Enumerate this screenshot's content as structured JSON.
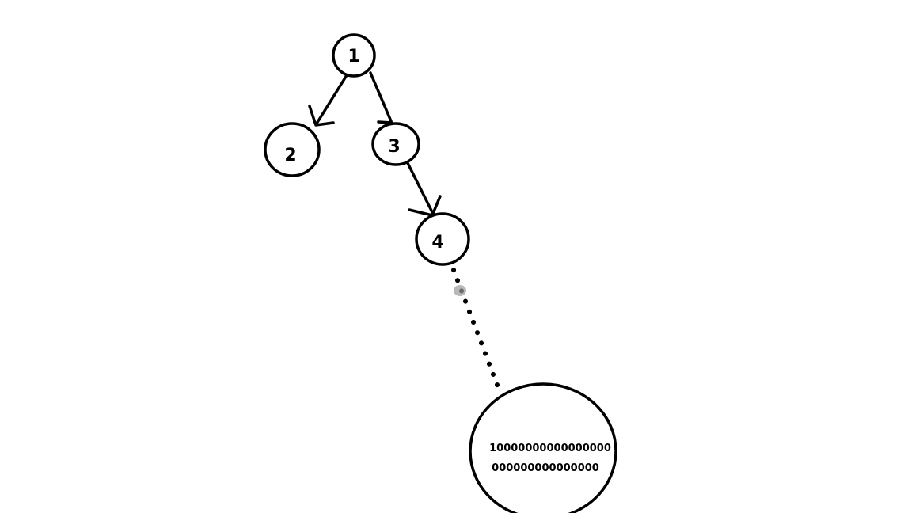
{
  "nodes": {
    "n1": {
      "label": "1"
    },
    "n2": {
      "label": "2"
    },
    "n3": {
      "label": "3"
    },
    "n4": {
      "label": "4"
    },
    "n5": {
      "line1": "10000000000000000",
      "line2": "000000000000000"
    }
  },
  "edges": [
    {
      "from": "1",
      "to": "2",
      "style": "arrow"
    },
    {
      "from": "1",
      "to": "3",
      "style": "arrow"
    },
    {
      "from": "3",
      "to": "4",
      "style": "arrow"
    },
    {
      "from": "4",
      "to": "10000000000000000000000000000000",
      "style": "dotted"
    }
  ],
  "colors": {
    "stroke": "#000000",
    "background": "#ffffff"
  }
}
